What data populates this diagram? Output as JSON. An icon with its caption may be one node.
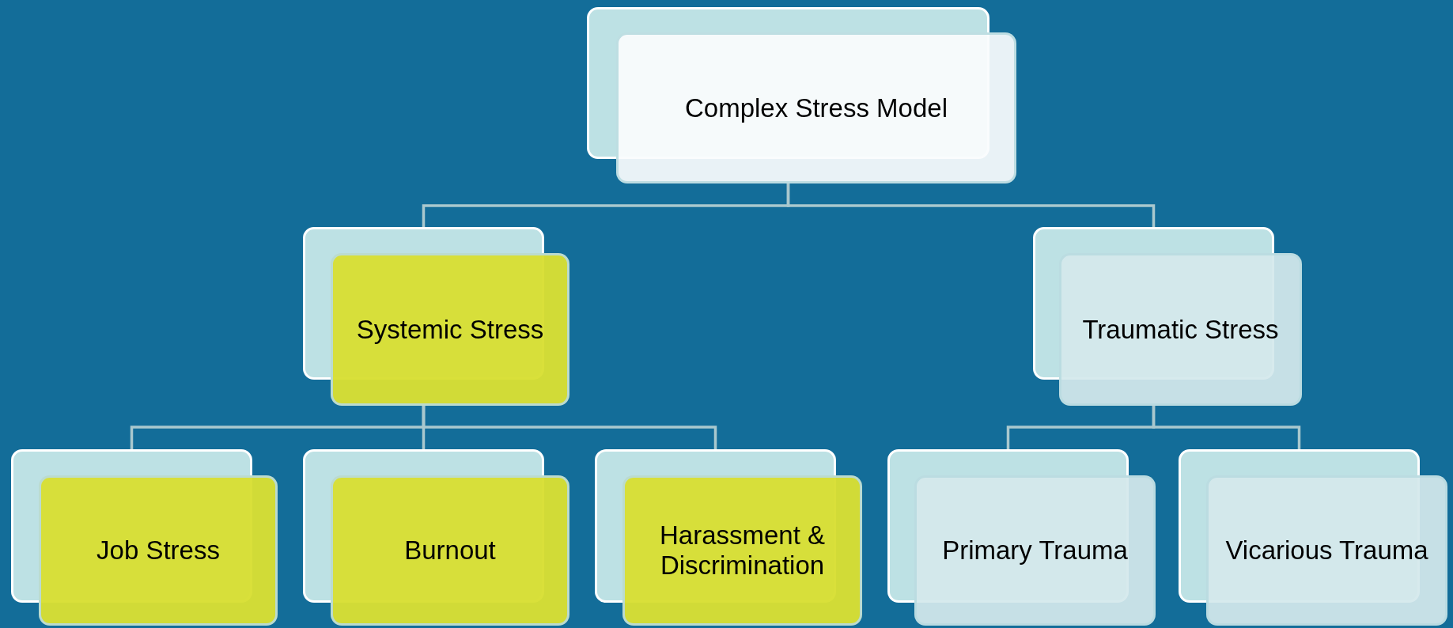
{
  "diagram": {
    "nodes": [
      {
        "text": [
          "Complex Stress Model"
        ]
      },
      {
        "text": [
          "Systemic Stress"
        ]
      },
      {
        "text": [
          "Traumatic Stress"
        ]
      },
      {
        "text": [
          "Job Stress"
        ]
      },
      {
        "text": [
          "Burnout"
        ]
      },
      {
        "text": [
          "Harassment & Discrimination"
        ]
      },
      {
        "text": [
          "Primary Trauma"
        ]
      },
      {
        "text": [
          "Vicarious Trauma"
        ]
      }
    ],
    "edges": [
      {
        "from": 0,
        "to": 1,
        "arrow": "none"
      },
      {
        "from": 0,
        "to": 2,
        "arrow": "none"
      },
      {
        "from": 1,
        "to": 3,
        "arrow": "none"
      },
      {
        "from": 1,
        "to": 4,
        "arrow": "none"
      },
      {
        "from": 1,
        "to": 5,
        "arrow": "none"
      },
      {
        "from": 2,
        "to": 6,
        "arrow": "none"
      },
      {
        "from": 2,
        "to": 7,
        "arrow": "none"
      }
    ]
  }
}
